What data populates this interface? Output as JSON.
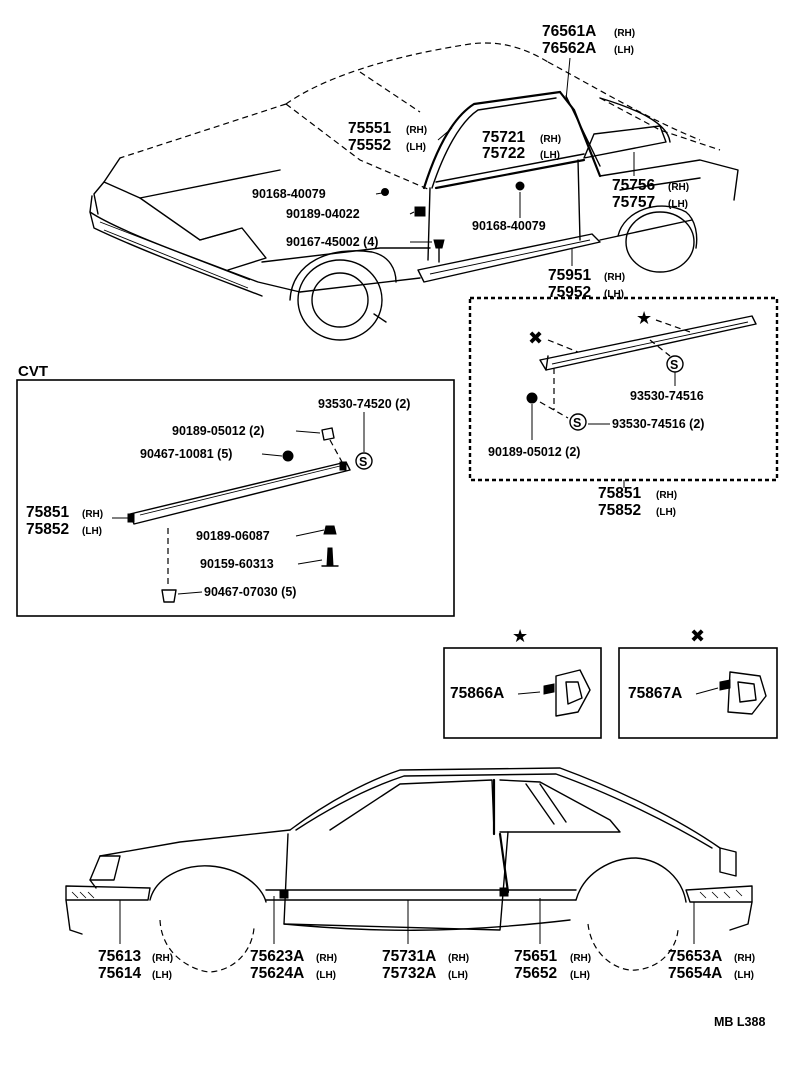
{
  "top_car": {
    "labels": [
      {
        "part": "76561A",
        "side": "(RH)"
      },
      {
        "part": "76562A",
        "side": "(LH)"
      },
      {
        "part": "75551",
        "side": "(RH)"
      },
      {
        "part": "75552",
        "side": "(LH)"
      },
      {
        "part": "75721",
        "side": "(RH)"
      },
      {
        "part": "75722",
        "side": "(LH)"
      },
      {
        "part": "75756",
        "side": "(RH)"
      },
      {
        "part": "75757",
        "side": "(LH)"
      },
      {
        "part": "75951",
        "side": "(RH)"
      },
      {
        "part": "75952",
        "side": "(LH)"
      }
    ],
    "fasteners": [
      "90168-40079",
      "90189-04022",
      "90167-45002 (4)",
      "90168-40079"
    ]
  },
  "cvt": {
    "title": "CVT",
    "labels": [
      "93530-74520 (2)",
      "90189-05012 (2)",
      "90467-10081 (5)",
      "90189-06087",
      "90159-60313",
      "90467-07030 (5)"
    ],
    "parts": [
      {
        "part": "75851",
        "side": "(RH)"
      },
      {
        "part": "75852",
        "side": "(LH)"
      }
    ],
    "clip_symbol": "S"
  },
  "detail": {
    "labels": [
      "93530-74516",
      "93530-74516 (2)",
      "90189-05012 (2)"
    ],
    "parts": [
      {
        "part": "75851",
        "side": "(RH)"
      },
      {
        "part": "75852",
        "side": "(LH)"
      }
    ],
    "mark_star": "★",
    "mark_cross": "✖",
    "clip_symbol": "S"
  },
  "clips": [
    {
      "mark": "★",
      "part": "75866A"
    },
    {
      "mark": "✖",
      "part": "75867A"
    }
  ],
  "side_car": {
    "labels": [
      {
        "part": "75613",
        "side": "(RH)"
      },
      {
        "part": "75614",
        "side": "(LH)"
      },
      {
        "part": "75623A",
        "side": "(RH)"
      },
      {
        "part": "75624A",
        "side": "(LH)"
      },
      {
        "part": "75731A",
        "side": "(RH)"
      },
      {
        "part": "75732A",
        "side": "(LH)"
      },
      {
        "part": "75651",
        "side": "(RH)"
      },
      {
        "part": "75652",
        "side": "(LH)"
      },
      {
        "part": "75653A",
        "side": "(RH)"
      },
      {
        "part": "75654A",
        "side": "(LH)"
      }
    ]
  },
  "footer": {
    "code": "MB L388"
  }
}
